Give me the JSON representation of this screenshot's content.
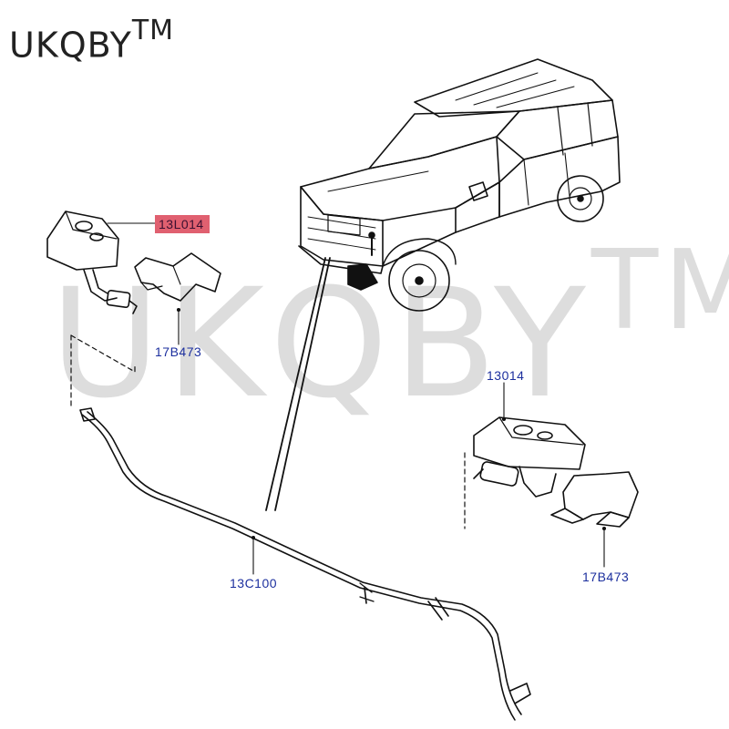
{
  "brand": {
    "name": "UKQBY",
    "tm": "TM"
  },
  "watermark": {
    "name": "UKQBY",
    "tm": "TM"
  },
  "callouts": {
    "jet_left": "13L014",
    "cover_left": "17B473",
    "jet_right": "13014",
    "cover_right": "17B473",
    "hose": "13C100"
  },
  "colors": {
    "line_art": "#111111",
    "callout_text": "#1c2f9e",
    "highlight_fill": "#e06070",
    "watermark": "#969696"
  }
}
